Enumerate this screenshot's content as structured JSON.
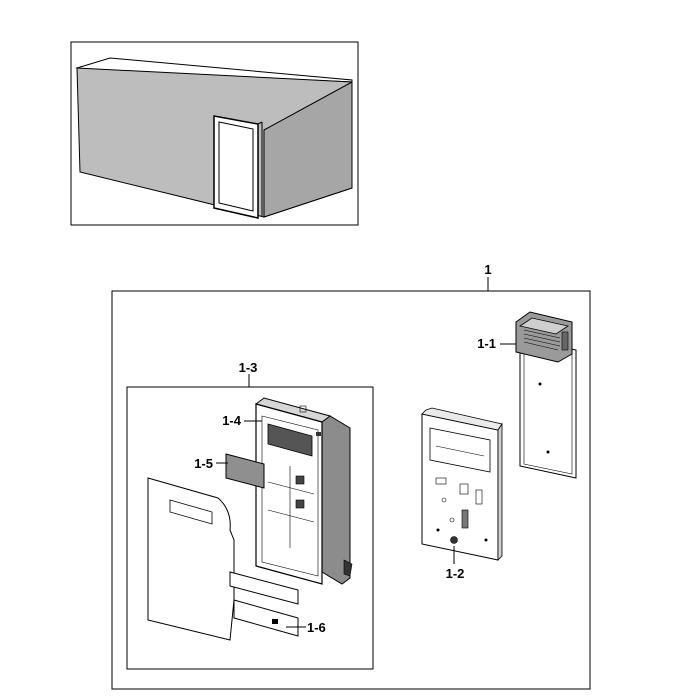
{
  "callouts": {
    "assembly": "1",
    "pcb_module": "1-1",
    "pcb_board": "1-2",
    "control_panel_assy": "1-3",
    "panel_frame": "1-4",
    "display_window": "1-5",
    "membrane_sheet": "1-6"
  },
  "icons": [
    "oven-cabinet-icon",
    "pcb-module-icon",
    "pcb-board-icon",
    "panel-frame-icon",
    "membrane-sheet-icon"
  ],
  "colors": {
    "line": "#000000",
    "background": "#ffffff",
    "shade": "#c8c8c8",
    "dark": "#555555"
  }
}
